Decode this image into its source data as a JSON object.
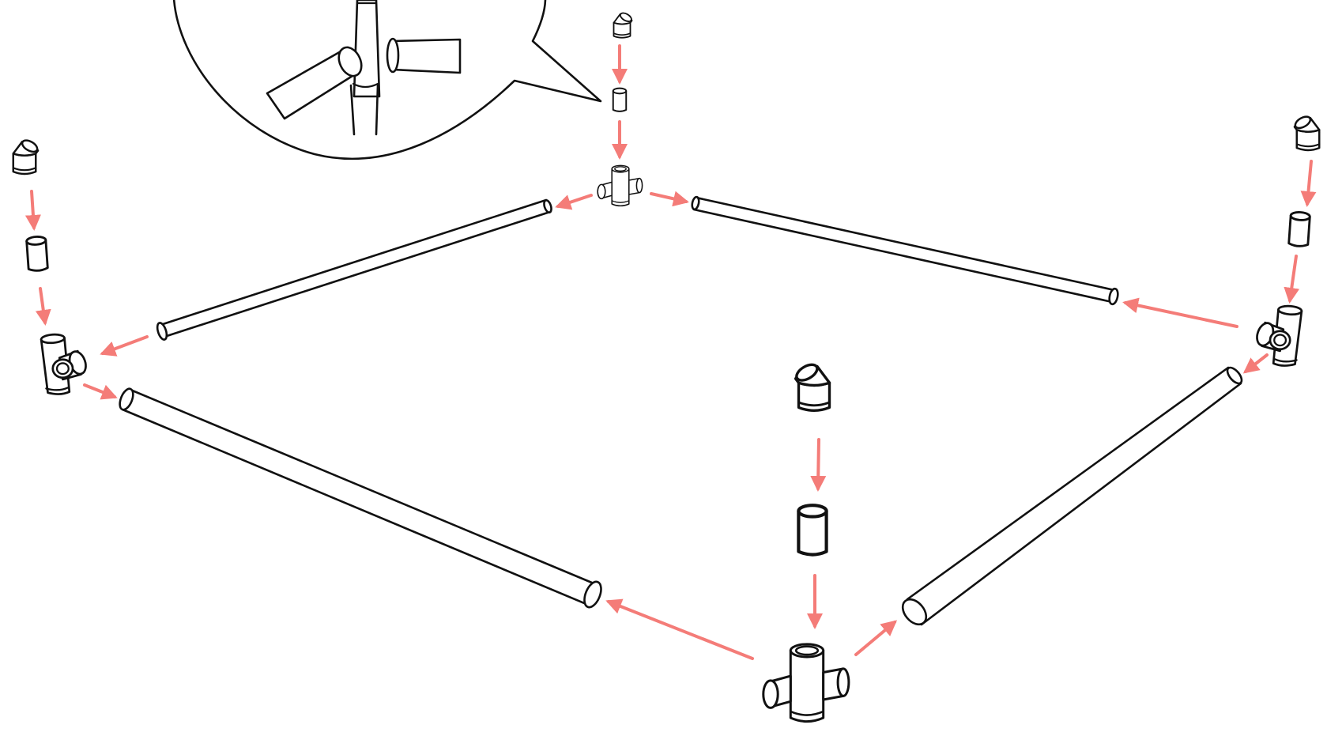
{
  "diagram": {
    "type": "assembly-instructions",
    "text": [],
    "colors": {
      "arrow": "#f47c78",
      "line": "#111111",
      "background": "#ffffff"
    },
    "parts": {
      "pipes": 4,
      "connectors": [
        "four-way-cross",
        "three-way-tee",
        "three-way-tee",
        "four-way-cross"
      ],
      "couplings": 4,
      "elbow-caps": 4
    },
    "detail_callout": {
      "shows": "four-way-cross-with-pipes",
      "points_to": "top-cross-connector"
    }
  }
}
